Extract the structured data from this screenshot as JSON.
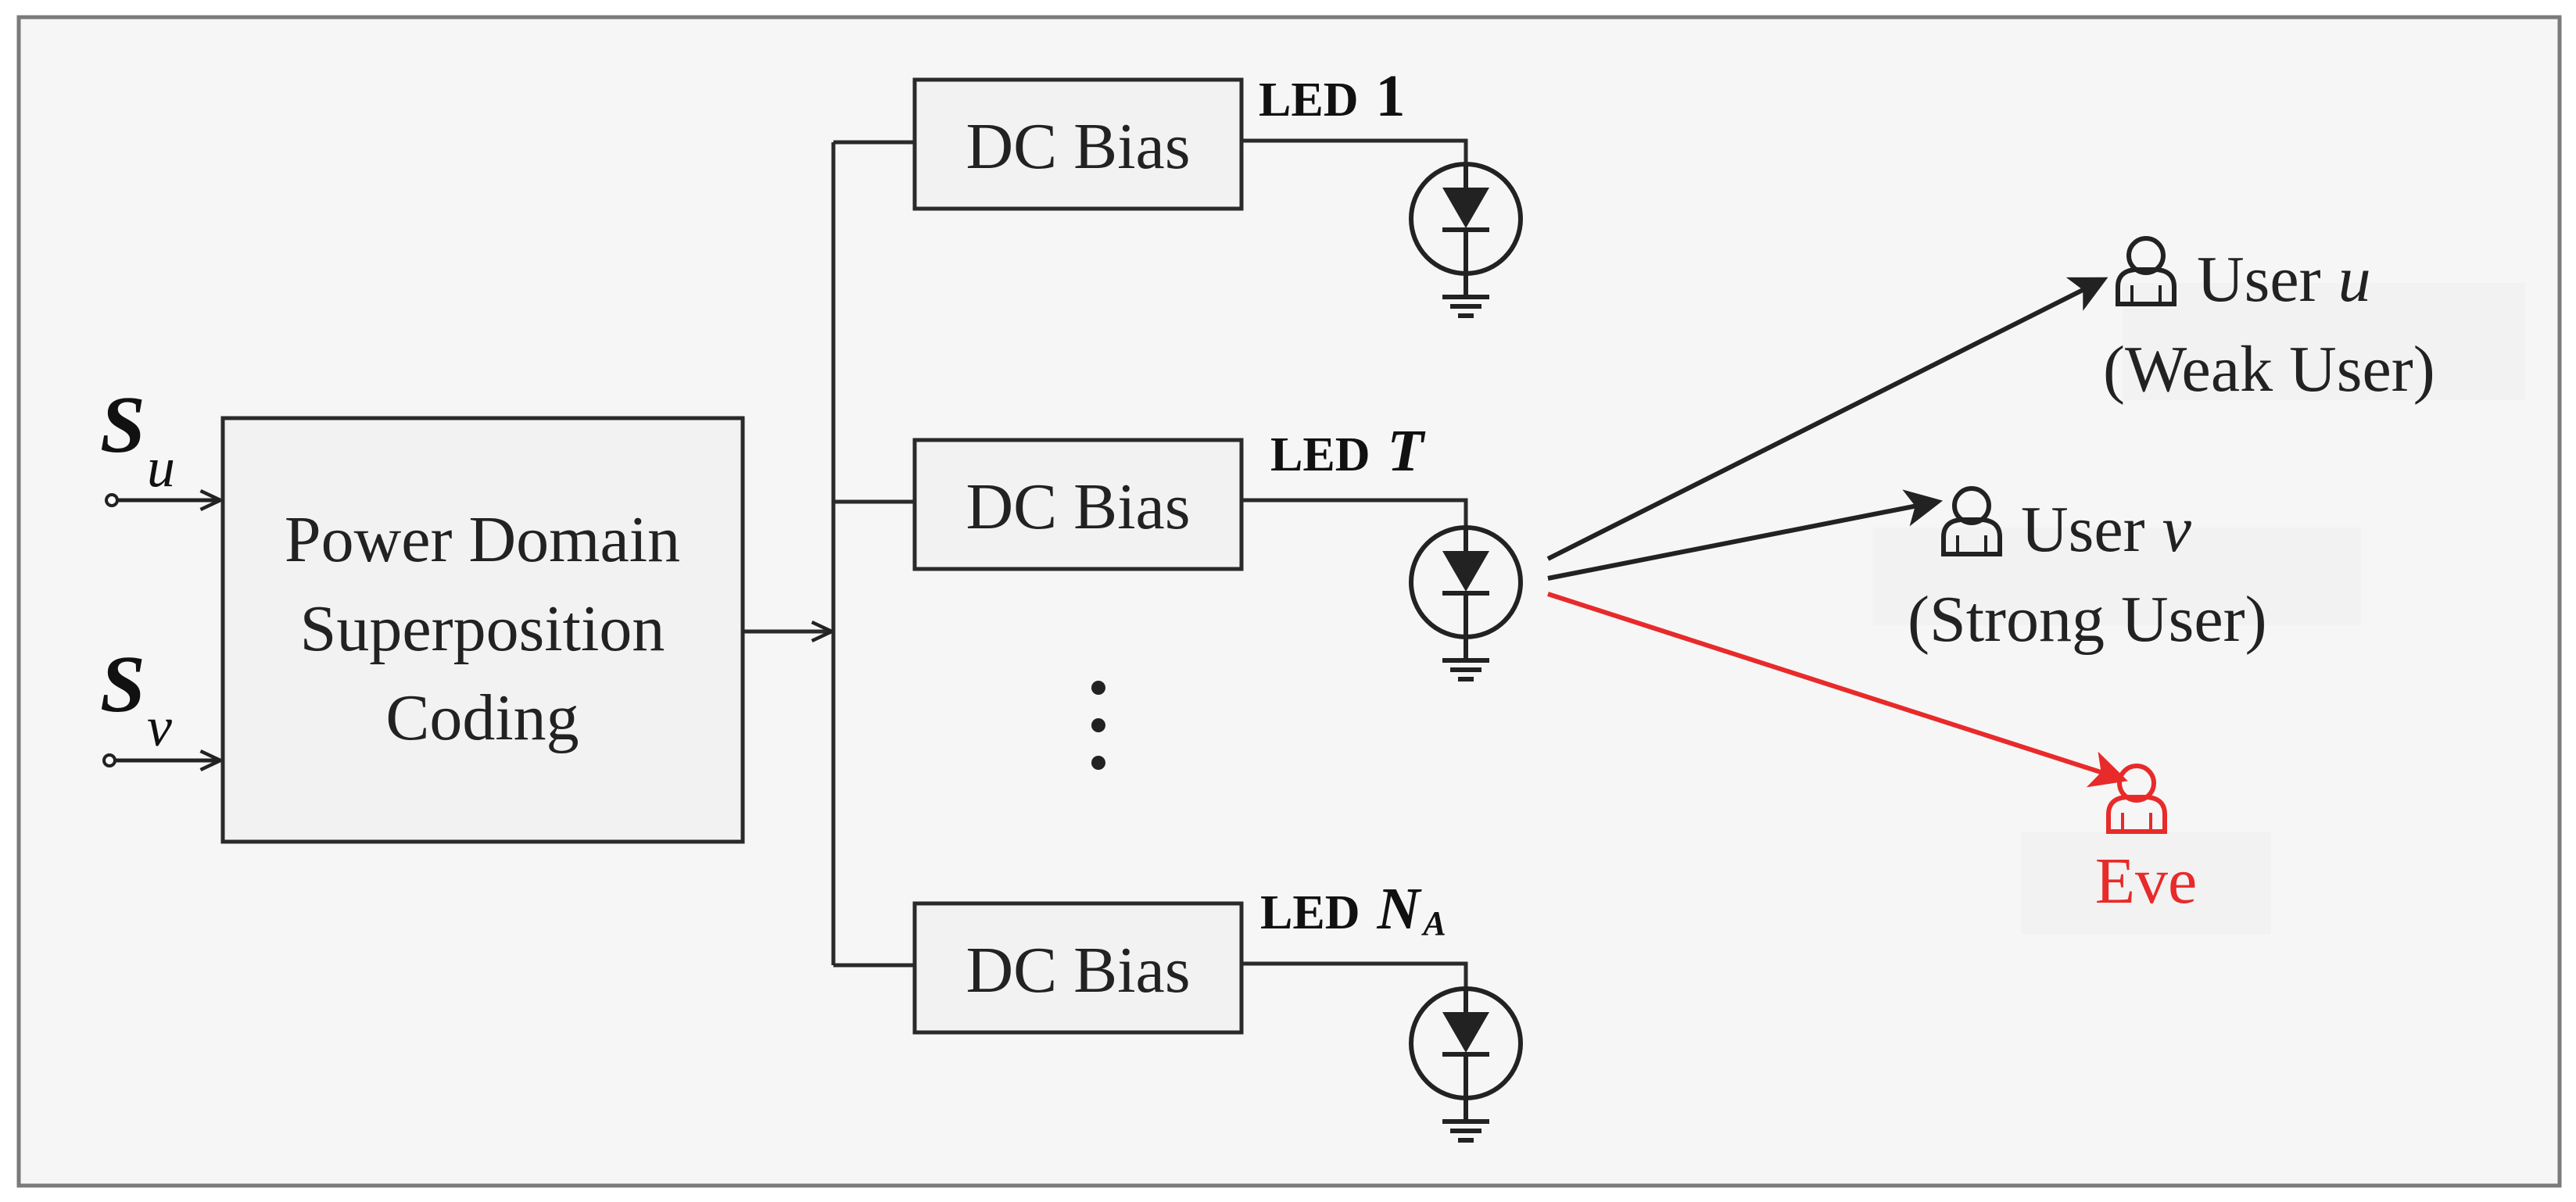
{
  "blocks": {
    "encoder_line1": "Power Domain",
    "encoder_line2": "Superposition",
    "encoder_line3": "Coding",
    "dc_bias_1": "DC Bias",
    "dc_bias_t": "DC Bias",
    "dc_bias_n": "DC Bias",
    "ellipsis": "⋮"
  },
  "signals": {
    "su_letter": "S",
    "su_sub": "u",
    "sv_letter": "S",
    "sv_sub": "v"
  },
  "leds": {
    "led1_prefix": "LED",
    "led1_symbol": "1",
    "ledT_prefix": "LED",
    "ledT_symbol": "T",
    "ledN_prefix": "LED",
    "ledN_symbol": "N",
    "ledN_sub": "A"
  },
  "receivers": {
    "user_u_label": "User",
    "user_u_symbol": "u",
    "user_u_role": "(Weak User)",
    "user_v_label": "User",
    "user_v_symbol": "v",
    "user_v_role": "(Strong User)",
    "eve_label": "Eve"
  },
  "colors": {
    "line": "#2a2a2a",
    "block_fill": "#f2f2f2",
    "eve": "#e82a2a",
    "frame": "#7a7a7a"
  },
  "icons": [
    "signal-source-icon",
    "led-diode-icon",
    "ground-icon",
    "user-icon",
    "arrow-icon"
  ]
}
